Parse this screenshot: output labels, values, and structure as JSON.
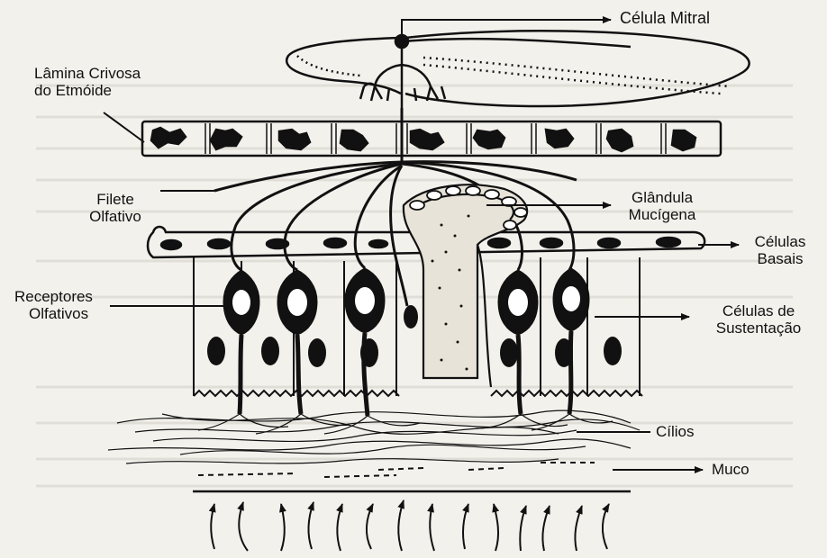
{
  "labels": {
    "mitral": "Célula Mitral",
    "lamina": [
      "Lâmina Crivosa",
      "do Etmóide"
    ],
    "filete": [
      "Filete",
      "Olfativo"
    ],
    "glandula": [
      "Glândula",
      "Mucígena"
    ],
    "basais": [
      "Células",
      "Basais"
    ],
    "receptores": [
      "Receptores",
      "Olfativos"
    ],
    "sustentacao": [
      "Células de",
      "Sustentação"
    ],
    "cilios": "Cílios",
    "muco": "Muco"
  }
}
